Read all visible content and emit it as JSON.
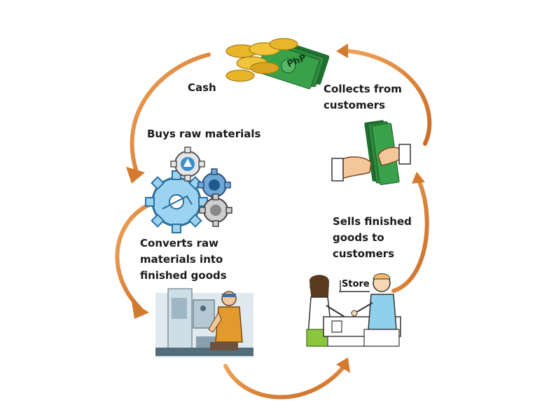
{
  "diagram": {
    "steps": [
      {
        "id": "cash",
        "label": "Cash"
      },
      {
        "id": "buys",
        "label": "Buys raw materials"
      },
      {
        "id": "converts",
        "lines": [
          "Converts raw",
          "materials into",
          "finished goods"
        ]
      },
      {
        "id": "sells",
        "lines": [
          "Sells finished",
          "goods to",
          "customers"
        ]
      },
      {
        "id": "collects",
        "lines": [
          "Collects from",
          "customers"
        ]
      }
    ],
    "illustrations": {
      "money": {
        "icon": "money-icon",
        "bill_text": "PhP"
      },
      "handshake": {
        "icon": "cash-handover-icon"
      },
      "gears": {
        "icon": "gears-icon"
      },
      "factory": {
        "icon": "factory-worker-icon"
      },
      "store": {
        "icon": "store-clerk-icon",
        "sign": "Store"
      }
    },
    "colors": {
      "arrow": "#e08a3c",
      "arrow_dark": "#b8631f",
      "bill": "#2e8b3e",
      "coin": "#e8b62a",
      "gear": "#4fa3d8"
    }
  }
}
